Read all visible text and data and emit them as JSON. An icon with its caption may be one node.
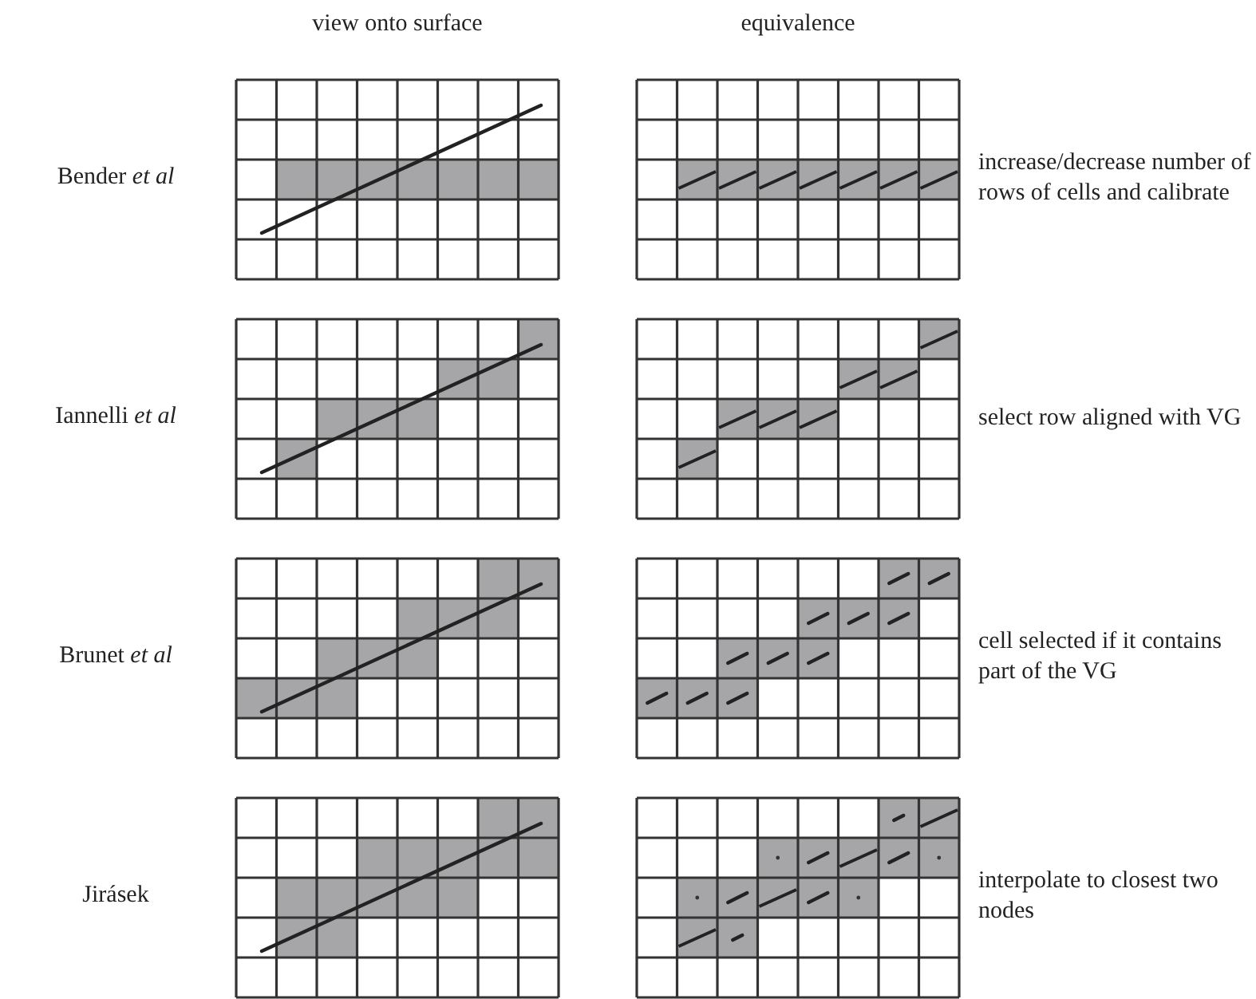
{
  "diagram": {
    "labels": [
      "view onto surface",
      "equivalence",
      "Bender *et al*",
      "increase/decrease number of rows of cells and calibrate",
      "Iannelli *et al*",
      "select row aligned with VG",
      "Brunet *et al*",
      "cell selected if it contains part of the VG",
      "Jirásek",
      "interpolate to closest two nodes"
    ]
  }
}
